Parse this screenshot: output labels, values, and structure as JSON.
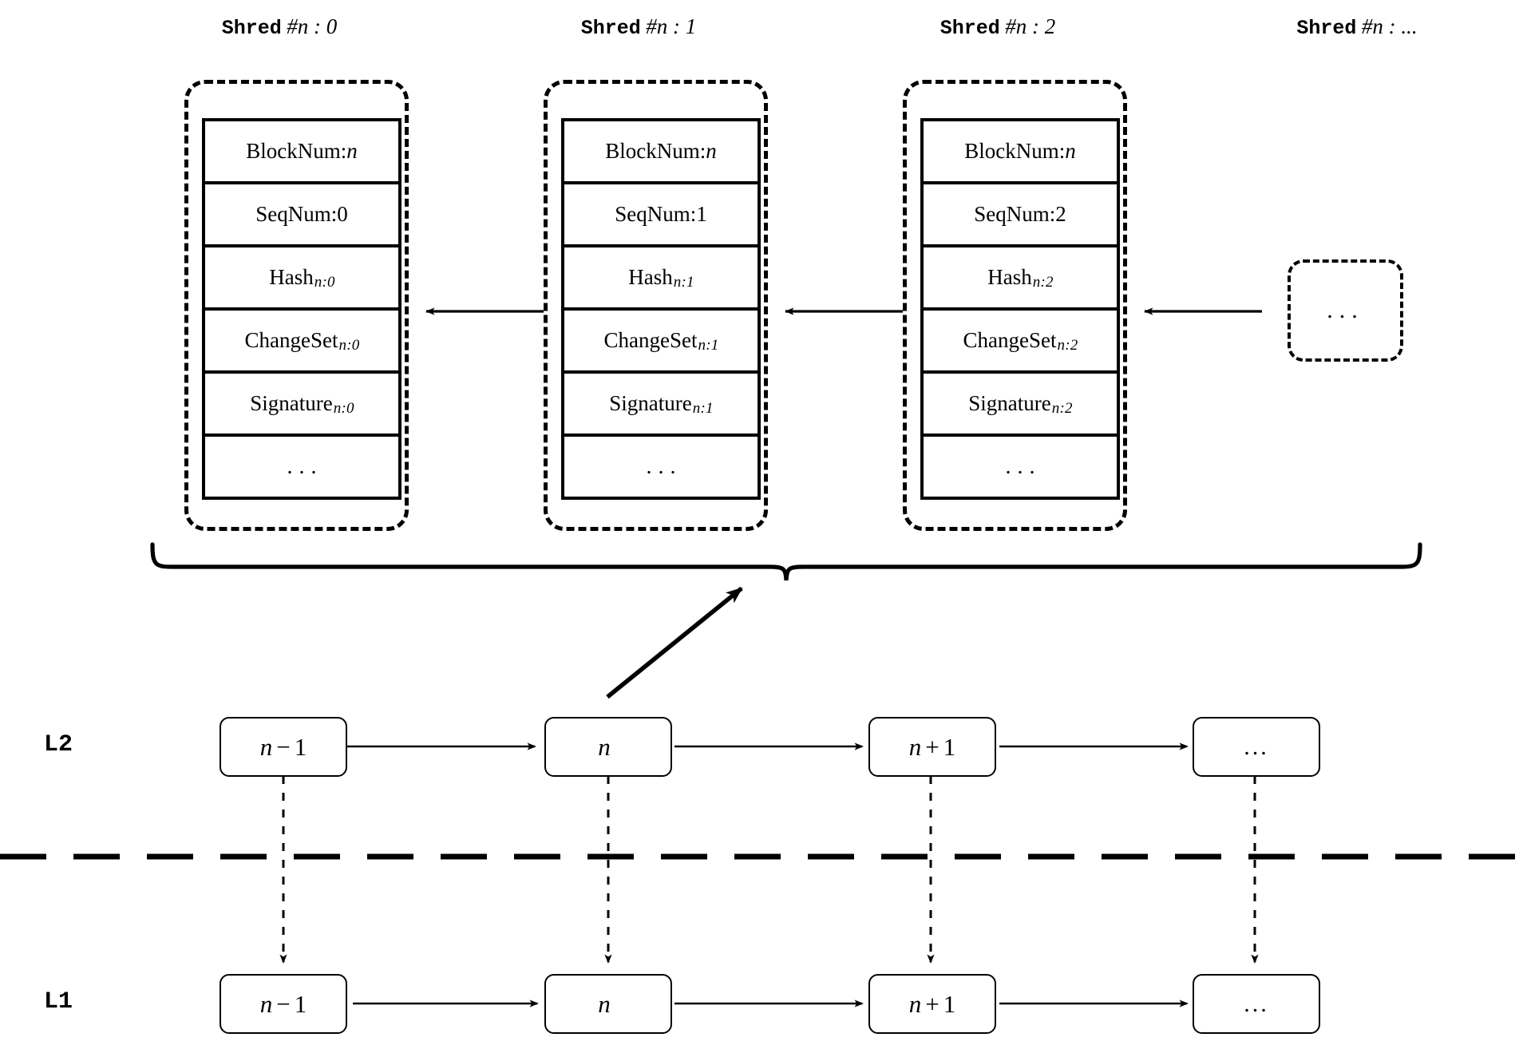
{
  "diagram": {
    "title": "Shred chain over L2/L1 block chain",
    "colors": {
      "ink": "#000000",
      "paper": "#ffffff"
    },
    "shreds": [
      {
        "title_label": "Shred",
        "title_math": "#n : 0",
        "rows": [
          {
            "key": "BlockNum",
            "sep": " : ",
            "value": "n",
            "value_italic": true
          },
          {
            "key": "SeqNum",
            "sep": " : ",
            "value": "0",
            "value_italic": false
          },
          {
            "key": "Hash",
            "subscript": "n:0"
          },
          {
            "key": "ChangeSet",
            "subscript": "n:0"
          },
          {
            "key": "Signature",
            "subscript": "n:0"
          },
          {
            "key": "...",
            "is_ellipsis": true
          }
        ]
      },
      {
        "title_label": "Shred",
        "title_math": "#n : 1",
        "rows": [
          {
            "key": "BlockNum",
            "sep": " : ",
            "value": "n",
            "value_italic": true
          },
          {
            "key": "SeqNum",
            "sep": " : ",
            "value": "1",
            "value_italic": false
          },
          {
            "key": "Hash",
            "subscript": "n:1"
          },
          {
            "key": "ChangeSet",
            "subscript": "n:1"
          },
          {
            "key": "Signature",
            "subscript": "n:1"
          },
          {
            "key": "...",
            "is_ellipsis": true
          }
        ]
      },
      {
        "title_label": "Shred",
        "title_math": "#n : 2",
        "rows": [
          {
            "key": "BlockNum",
            "sep": " : ",
            "value": "n",
            "value_italic": true
          },
          {
            "key": "SeqNum",
            "sep": " : ",
            "value": "2",
            "value_italic": false
          },
          {
            "key": "Hash",
            "subscript": "n:2"
          },
          {
            "key": "ChangeSet",
            "subscript": "n:2"
          },
          {
            "key": "Signature",
            "subscript": "n:2"
          },
          {
            "key": "...",
            "is_ellipsis": true
          }
        ]
      }
    ],
    "shred_more": {
      "title_label": "Shred",
      "title_math": "#n : ...",
      "box_text": "..."
    },
    "layers": [
      {
        "name": "L2",
        "nodes": [
          {
            "expr_var": "n",
            "expr_op": "−",
            "expr_num": "1",
            "text": "n − 1"
          },
          {
            "expr_var": "n",
            "expr_op": "",
            "expr_num": "",
            "text": "n"
          },
          {
            "expr_var": "n",
            "expr_op": "+",
            "expr_num": "1",
            "text": "n + 1"
          },
          {
            "expr_var": "",
            "expr_op": "",
            "expr_num": "",
            "text": "...",
            "is_ellipsis": true
          }
        ]
      },
      {
        "name": "L1",
        "nodes": [
          {
            "expr_var": "n",
            "expr_op": "−",
            "expr_num": "1",
            "text": "n − 1"
          },
          {
            "expr_var": "n",
            "expr_op": "",
            "expr_num": "",
            "text": "n"
          },
          {
            "expr_var": "n",
            "expr_op": "+",
            "expr_num": "1",
            "text": "n + 1"
          },
          {
            "expr_var": "",
            "expr_op": "",
            "expr_num": "",
            "text": "...",
            "is_ellipsis": true
          }
        ]
      }
    ],
    "connections": {
      "shred_back_links": 3,
      "l2_chain_arrows": 3,
      "l1_chain_arrows": 3,
      "l2_to_l1_dashed": 4,
      "brace_to_block": "n",
      "separator": "dashed-horizontal"
    }
  }
}
